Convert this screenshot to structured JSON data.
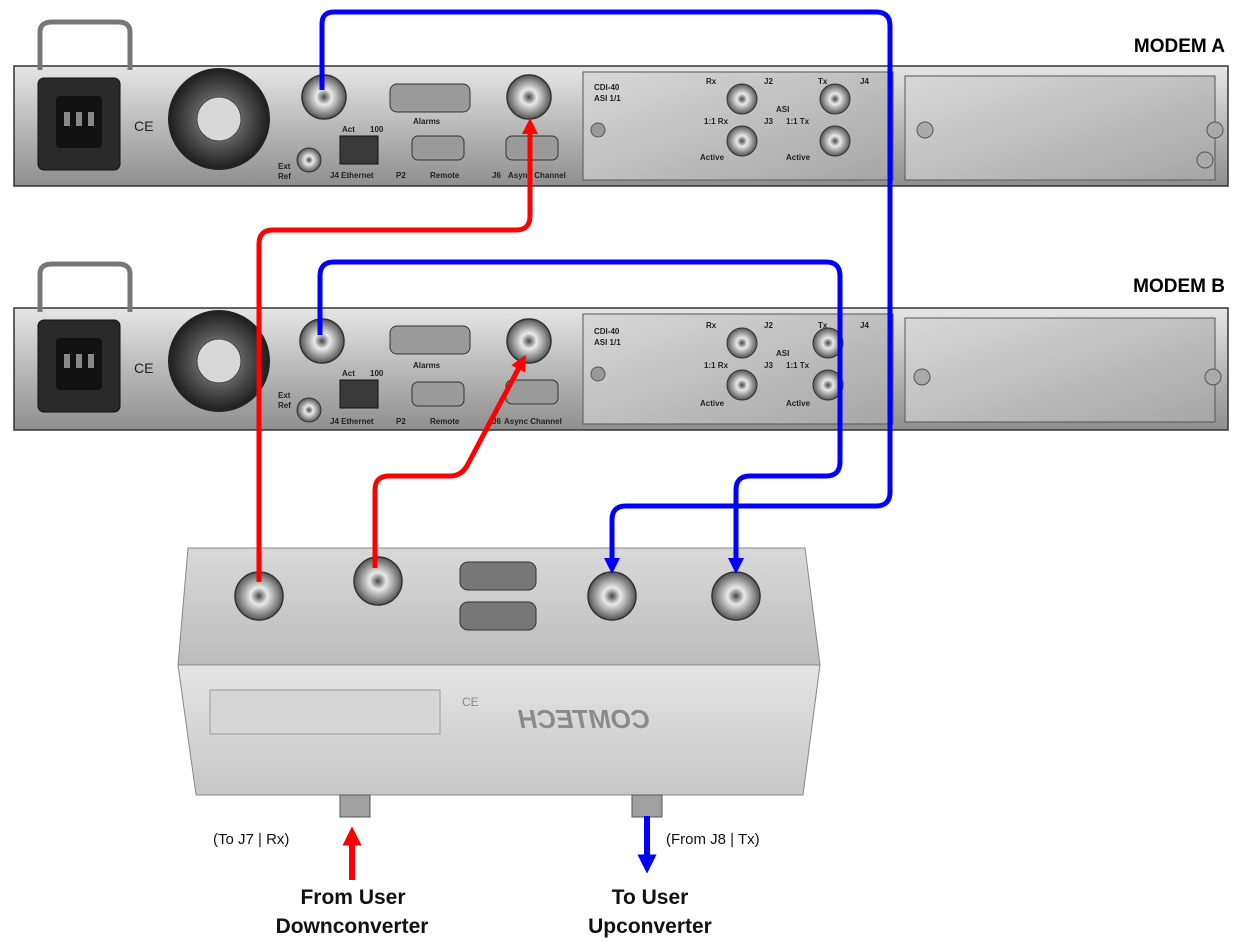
{
  "modems": [
    {
      "title": "MODEM A",
      "labels": {
        "alarms": "Alarms",
        "remote": "Remote",
        "async": "Async Channel",
        "ethernet": "J4 Ethernet",
        "act": "Act",
        "speed": "100",
        "ext": "Ext",
        "ref": "Ref",
        "p2": "P2",
        "j6": "J6",
        "card_model": "CDI-40",
        "card_asi": "ASI 1/1",
        "rx": "Rx",
        "tx": "Tx",
        "j2": "J2",
        "j3": "J3",
        "j4": "J4",
        "rx11": "1:1 Rx",
        "tx11": "1:1 Tx",
        "asi_mid": "ASI",
        "active": "Active",
        "active2": "Active"
      }
    },
    {
      "title": "MODEM B",
      "labels": {
        "alarms": "Alarms",
        "remote": "Remote",
        "async": "Async Channel",
        "ethernet": "J4 Ethernet",
        "act": "Act",
        "speed": "100",
        "ext": "Ext",
        "ref": "Ref",
        "p2": "P2",
        "j6": "J6",
        "card_model": "CDI-40",
        "card_asi": "ASI 1/1",
        "rx": "Rx",
        "tx": "Tx",
        "j2": "J2",
        "j3": "J3",
        "j4": "J4",
        "rx11": "1:1 Rx",
        "tx11": "1:1 Tx",
        "asi_mid": "ASI",
        "active": "Active",
        "active2": "Active"
      }
    }
  ],
  "switch_box": {
    "logo": "COMTECH"
  },
  "inputs": {
    "rx_hint": "(To J7 | Rx)",
    "rx_from": "From User",
    "rx_device": "Downconverter",
    "tx_hint": "(From J8 | Tx)",
    "tx_to": "To User",
    "tx_device": "Upconverter"
  },
  "colors": {
    "rx_cable": "#ff0000",
    "tx_cable": "#0000ff",
    "panel": "#bdbdbd",
    "box": "#cfcfcf"
  }
}
